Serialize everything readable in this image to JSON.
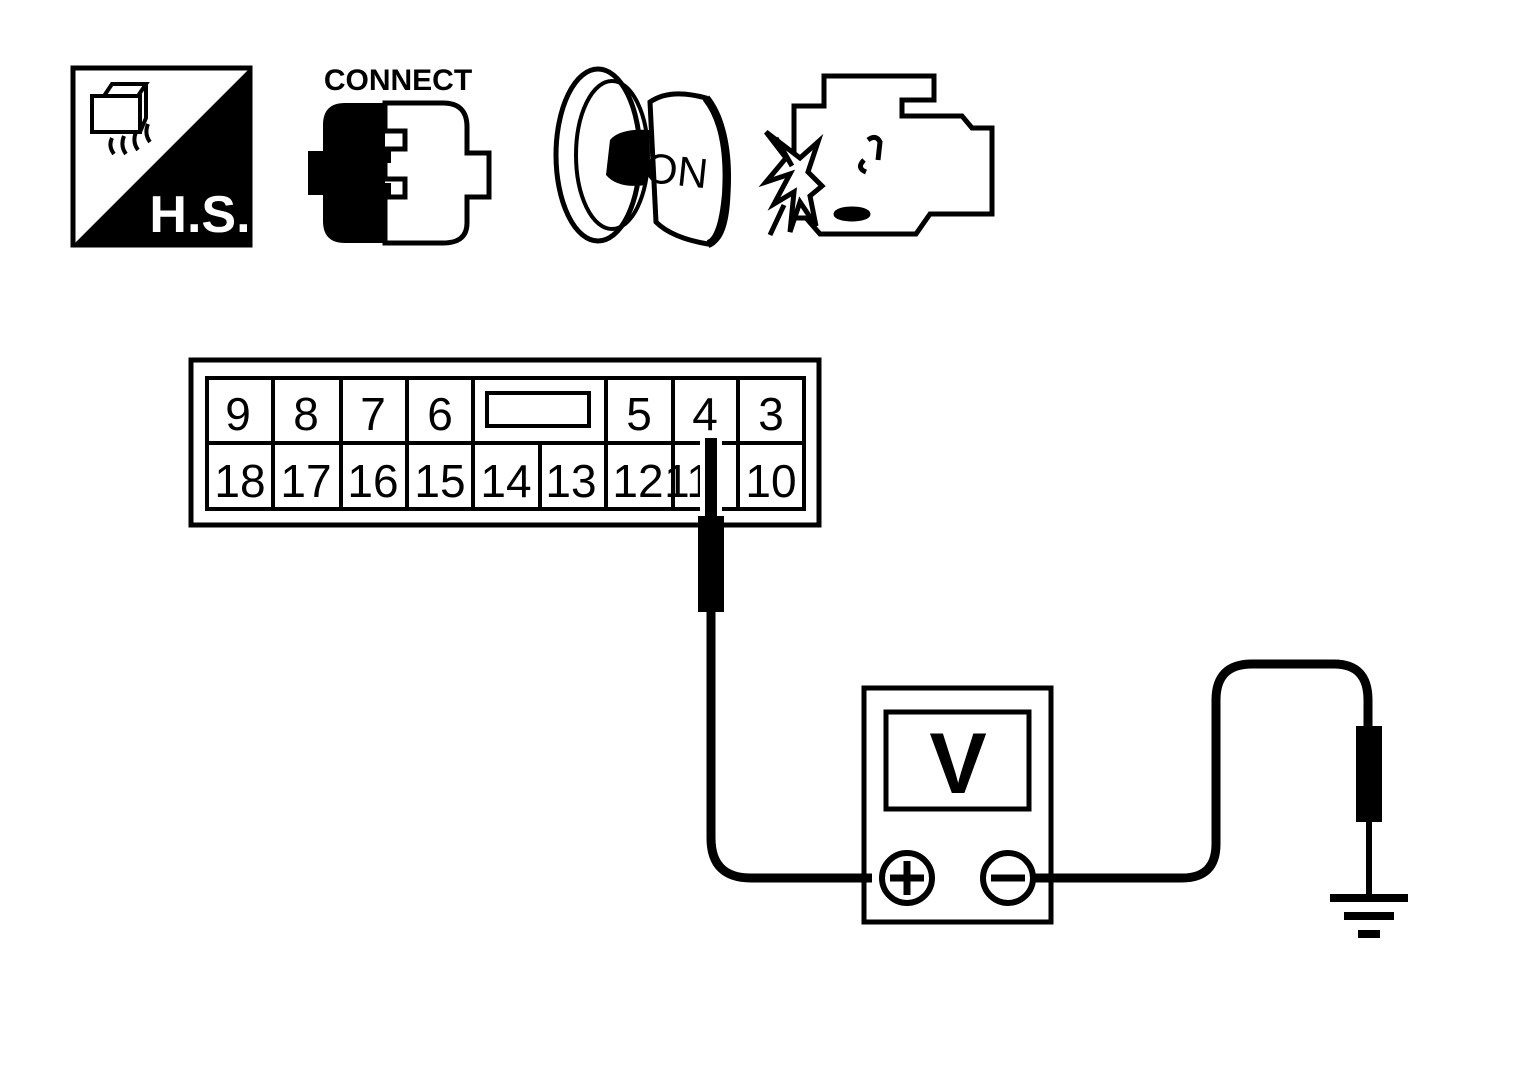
{
  "icons": {
    "harness": {
      "name": "harness-connector-icon",
      "label": "H.S."
    },
    "connect": {
      "name": "connector-connect-icon",
      "label": "CONNECT"
    },
    "ignition": {
      "name": "ignition-key-icon",
      "label": "ON"
    },
    "engine": {
      "name": "engine-stopped-icon"
    }
  },
  "connector": {
    "top_row": [
      "9",
      "8",
      "7",
      "6",
      "",
      "5",
      "4",
      "3"
    ],
    "bottom_row": [
      "18",
      "17",
      "16",
      "15",
      "14",
      "13",
      "12",
      "11",
      "10"
    ],
    "probed_terminal": "4"
  },
  "meter": {
    "display": "V",
    "positive_terminal": "+",
    "negative_terminal": "−"
  },
  "ground": {
    "name": "ground-symbol"
  },
  "colors": {
    "line": "#000000",
    "background": "#ffffff"
  }
}
